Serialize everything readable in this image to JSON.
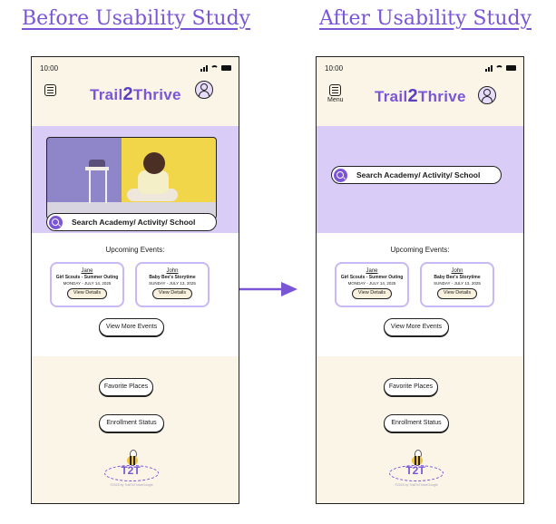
{
  "before": {
    "title": "Before Usability Study",
    "status_time": "10:00",
    "logo_prefix": "Trail",
    "logo_number": "2",
    "logo_suffix": "Thrive",
    "search_placeholder": "Search Academy/ Activity/ School",
    "events_title": "Upcoming Events:",
    "events": [
      {
        "name": "Jane",
        "title": "Girl Scouts - Summer Outing",
        "date": "MONDAY - JULY 14, 2025",
        "button": "View Details"
      },
      {
        "name": "John",
        "title": "Baby Bee's Storytime",
        "date": "SUNDAY - JULY 13, 2025",
        "button": "View Details"
      }
    ],
    "view_more": "View More Events",
    "favorite_places": "Favorite Places",
    "enrollment_status": "Enrollment Status",
    "footer_logo": "T2T",
    "footer_copyright": "©2025 by TrailToThriveGoogle"
  },
  "after": {
    "title": "After Usability Study",
    "status_time": "10:00",
    "menu_label": "Menu",
    "logo_prefix": "Trail",
    "logo_number": "2",
    "logo_suffix": "Thrive",
    "search_placeholder": "Search Academy/ Activity/ School",
    "events_title": "Upcoming Events:",
    "events": [
      {
        "name": "Jane",
        "title": "Girl Scouts - Summer Outing",
        "date": "MONDAY - JULY 14, 2025",
        "button": "View Details"
      },
      {
        "name": "John",
        "title": "Baby Bee's Storytime",
        "date": "SUNDAY - JULY 13, 2025",
        "button": "View Details"
      }
    ],
    "view_more": "View More Events",
    "favorite_places": "Favorite Places",
    "enrollment_status": "Enrollment Status",
    "footer_logo": "T2T",
    "footer_copyright": "©2025 by TrailToThriveGoogle"
  },
  "colors": {
    "accent": "#7a55d6",
    "hero_bg": "#d9ccf6",
    "app_bg": "#fbf5e8",
    "card_border": "#c9b8f3"
  },
  "icons": [
    "menu-icon",
    "profile-icon",
    "search-icon",
    "arrow-right-icon",
    "bee-icon"
  ]
}
